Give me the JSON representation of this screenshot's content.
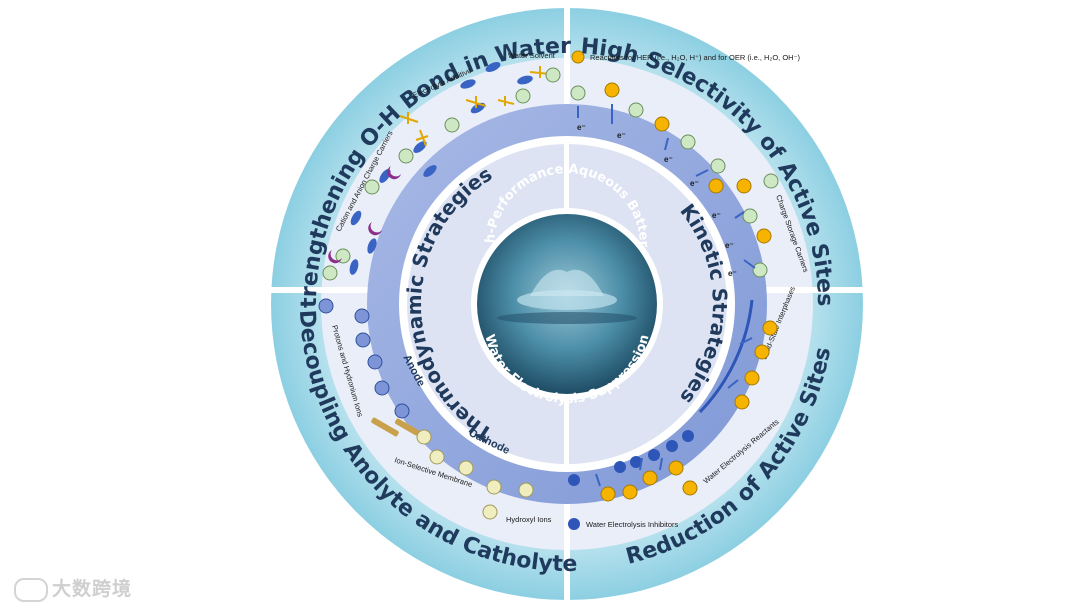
{
  "outer_ring": {
    "top_left": "Strengthening O-H Bond in Water",
    "top_right": "High Selectivity of Active Sites",
    "bottom_left": "Decoupling Anolyte and Catholyte",
    "bottom_right": "Reduction of Active Sites"
  },
  "middle_ring": {
    "left": "Thermodynamic Strategies",
    "right": "Kinetic Strategies"
  },
  "core": {
    "top": "High-Performance Aqueous Batteries",
    "bottom": "Water Electrolysis Suppression"
  },
  "labels": {
    "water_solvent": "Water Solvent",
    "electrolyte_additive": "Electrolyte Additive",
    "charge_carriers": "Cation and Anion Charge Carriers",
    "reactants": "Reactants for HER (i.e., H₂O, H⁺) and for OER (i.e., H₂O, OH⁻)",
    "charge_storage": "Charge Storage Carriers",
    "electron": "e⁻",
    "protons": "Protons and Hydronium Ions",
    "anode": "Anode",
    "cathode": "Cathode",
    "membrane": "Ion-Selective Membrane",
    "hydroxyl": "Hydroxyl Ions",
    "sei": "Solid-State Interphases",
    "we_reactants": "Water Electrolysis Reactants",
    "we_inhibitors": "Water Electrolysis Inhibitors"
  },
  "colors": {
    "outer_ring": "#9fd6e6",
    "inner_light": "#e8eef9",
    "mid_blue": "#93a9dc",
    "core_panel": "#dde3f2",
    "core_water": "#4a8aa5",
    "yellow": "#f6b400",
    "green": "#cfe8c4",
    "blue_ball": "#7d95d6",
    "pale_yellow": "#f0edbe",
    "dark_blue": "#2e55b8"
  },
  "watermark": "大数跨境"
}
